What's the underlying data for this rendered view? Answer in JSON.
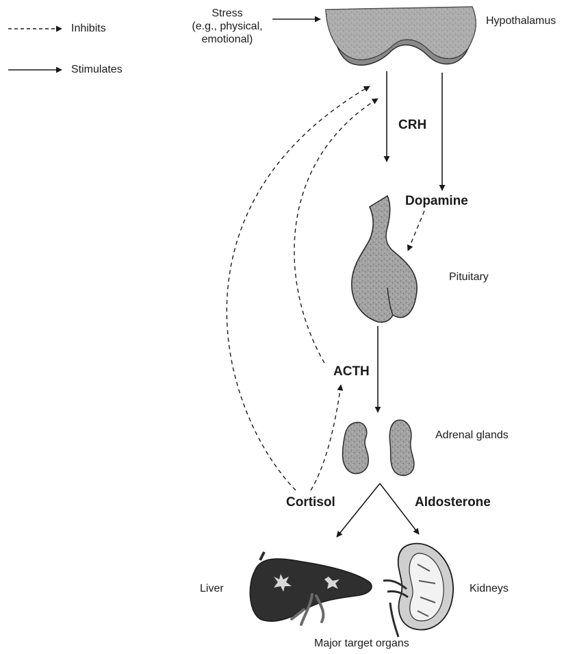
{
  "legend": {
    "inhibits": "Inhibits",
    "stimulates": "Stimulates"
  },
  "labels": {
    "stress": [
      "Stress",
      "(e.g., physical,",
      "emotional)"
    ],
    "hypothalamus": "Hypothalamus",
    "crh": "CRH",
    "dopamine": "Dopamine",
    "pituitary": "Pituitary",
    "acth": "ACTH",
    "adrenal_glands": "Adrenal glands",
    "cortisol": "Cortisol",
    "aldosterone": "Aldosterone",
    "liver": "Liver",
    "kidneys": "Kidneys",
    "major_target_organs": "Major target organs"
  },
  "colors": {
    "organ_fill": "#9a9a9a",
    "organ_dark": "#2b2b2b",
    "line": "#1a1a1a"
  }
}
